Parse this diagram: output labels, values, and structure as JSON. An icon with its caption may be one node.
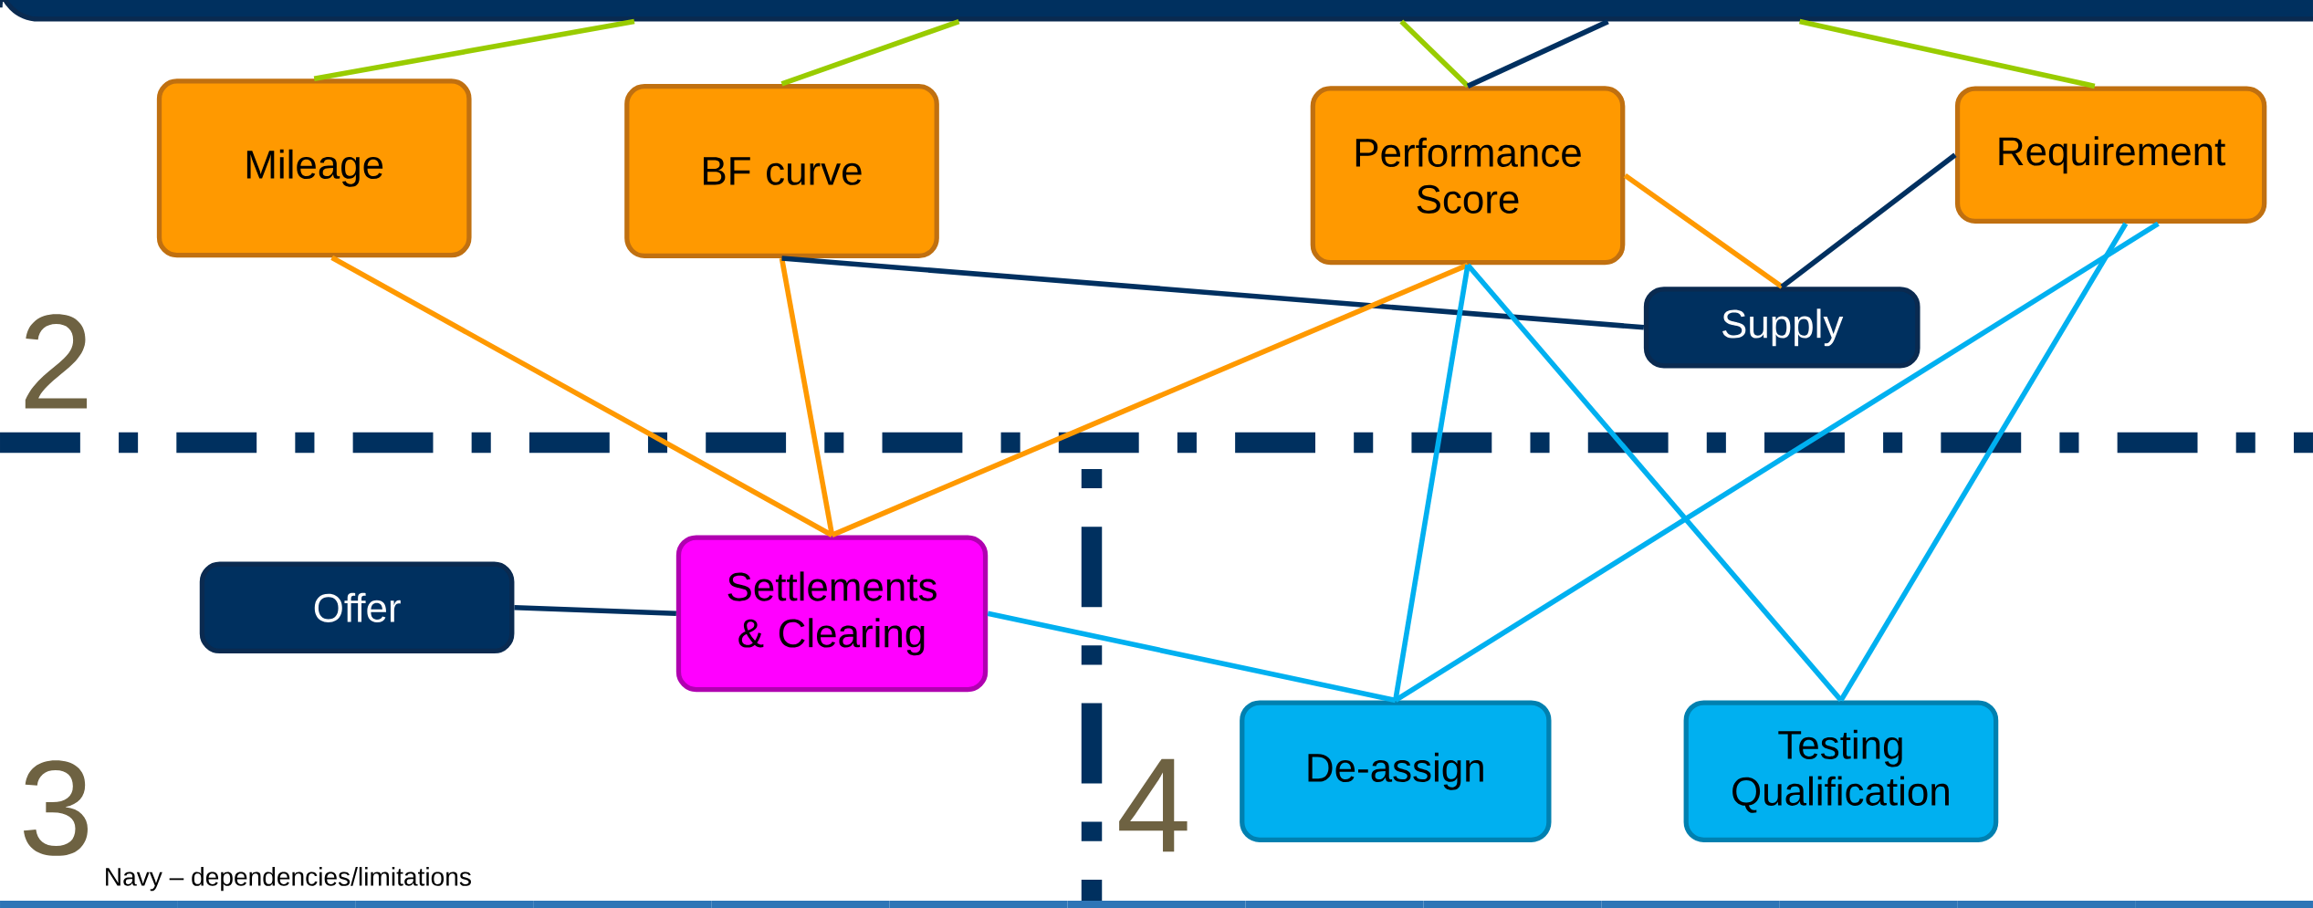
{
  "diagram": {
    "nodes": [
      {
        "text": [],
        "shape": "bar"
      },
      {
        "text": [
          "Mileage"
        ]
      },
      {
        "text": [
          "BF curve"
        ]
      },
      {
        "text": [
          "Performance Score"
        ]
      },
      {
        "text": [
          "Requirement"
        ]
      },
      {
        "text": [
          "Supply"
        ]
      },
      {
        "text": [
          "Offer"
        ]
      },
      {
        "text": [
          "Settlements & Clearing"
        ]
      },
      {
        "text": [
          "De-assign"
        ]
      },
      {
        "text": [
          "Testing Qualification"
        ]
      }
    ],
    "edges": [
      {
        "from": 0,
        "to": 1,
        "arrow": "none",
        "color": "#99cc00"
      },
      {
        "from": 0,
        "to": 2,
        "arrow": "none",
        "color": "#99cc00"
      },
      {
        "from": 0,
        "to": 3,
        "arrow": "none",
        "color": "#99cc00"
      },
      {
        "from": 0,
        "to": 3,
        "arrow": "none",
        "color": "#003060"
      },
      {
        "from": 0,
        "to": 4,
        "arrow": "none",
        "color": "#99cc00"
      },
      {
        "from": 1,
        "to": 7,
        "arrow": "none",
        "color": "#ff9900"
      },
      {
        "from": 2,
        "to": 7,
        "arrow": "none",
        "color": "#ff9900"
      },
      {
        "from": 2,
        "to": 5,
        "arrow": "none",
        "color": "#003060"
      },
      {
        "from": 3,
        "to": 7,
        "arrow": "none",
        "color": "#ff9900"
      },
      {
        "from": 3,
        "to": 5,
        "arrow": "none",
        "color": "#ff9900"
      },
      {
        "from": 4,
        "to": 5,
        "arrow": "none",
        "color": "#003060"
      },
      {
        "from": 6,
        "to": 7,
        "arrow": "none",
        "color": "#003060"
      },
      {
        "from": 7,
        "to": 8,
        "arrow": "none",
        "color": "#00b0f0"
      },
      {
        "from": 3,
        "to": 8,
        "arrow": "none",
        "color": "#00b0f0"
      },
      {
        "from": 4,
        "to": 8,
        "arrow": "none",
        "color": "#00b0f0"
      },
      {
        "from": 3,
        "to": 9,
        "arrow": "none",
        "color": "#00b0f0"
      },
      {
        "from": 4,
        "to": 9,
        "arrow": "none",
        "color": "#00b0f0"
      }
    ],
    "labels": [
      "2",
      "3",
      "4",
      "Navy – dependencies/limitations"
    ]
  }
}
